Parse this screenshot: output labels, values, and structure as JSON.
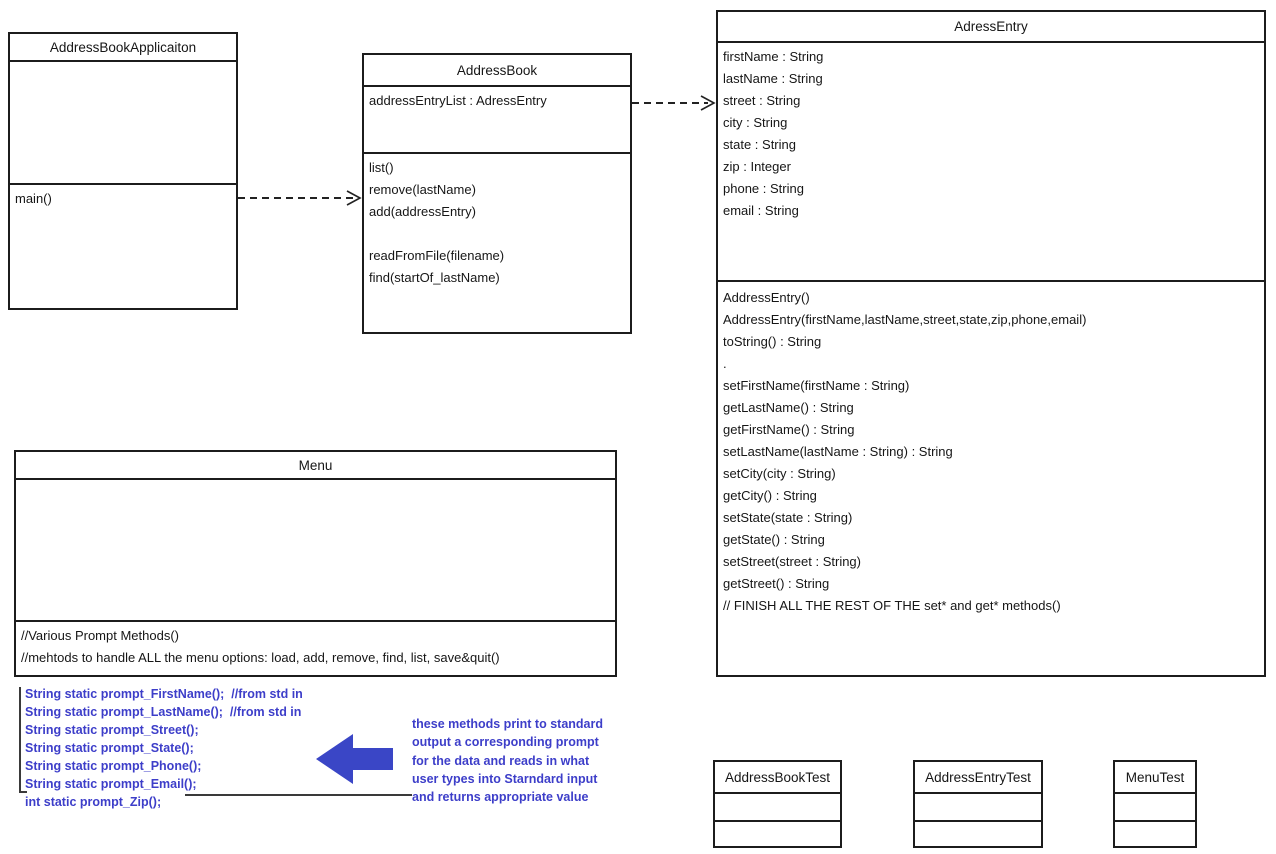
{
  "diagram": {
    "colors": {
      "accent_blue": "#3a46c6",
      "blue_text": "#3d3ec9",
      "line_black": "#1c1c1c"
    },
    "classes": {
      "address_book_application": {
        "title": "AddressBookApplicaiton",
        "attributes": [],
        "methods": [
          "main()"
        ]
      },
      "address_book": {
        "title": "AddressBook",
        "attributes": [
          "addressEntryList : AdressEntry"
        ],
        "methods": [
          "list()",
          "remove(lastName)",
          "add(addressEntry)",
          "",
          "readFromFile(filename)",
          "find(startOf_lastName)"
        ]
      },
      "adress_entry": {
        "title": "AdressEntry",
        "attributes": [
          "firstName : String",
          "lastName : String",
          "street : String",
          "city : String",
          "state : String",
          "zip : Integer",
          "phone : String",
          "email : String"
        ],
        "methods": [
          "AddressEntry()",
          "AddressEntry(firstName,lastName,street,state,zip,phone,email)",
          "toString() : String",
          ".",
          "setFirstName(firstName : String)",
          "getLastName() : String",
          "getFirstName() : String",
          "setLastName(lastName : String) : String",
          "setCity(city : String)",
          "getCity() : String",
          "setState(state : String)",
          "getState() : String",
          "setStreet(street : String)",
          "getStreet() : String",
          "// FINISH ALL THE REST OF THE set* and get* methods()"
        ]
      },
      "menu": {
        "title": "Menu",
        "attributes": [],
        "methods": [
          "//Various Prompt Methods()",
          "//mehtods to handle ALL the menu options: load, add, remove, find, list, save&quit()"
        ]
      },
      "address_book_test": {
        "title": "AddressBookTest"
      },
      "address_entry_test": {
        "title": "AddressEntryTest"
      },
      "menu_test": {
        "title": "MenuTest"
      }
    },
    "annotations": {
      "prompt_code_lines": [
        "String static prompt_FirstName();  //from std in",
        "String static prompt_LastName();  //from std in",
        "String static prompt_Street();",
        "String static prompt_State();",
        "String static prompt_Phone();",
        "String static prompt_Email();",
        "int static prompt_Zip();"
      ],
      "note_lines": [
        "these methods print to standard",
        "output a corresponding prompt",
        "for the data and reads in what",
        "user types into Starndard input",
        "and returns appropriate value"
      ]
    }
  }
}
